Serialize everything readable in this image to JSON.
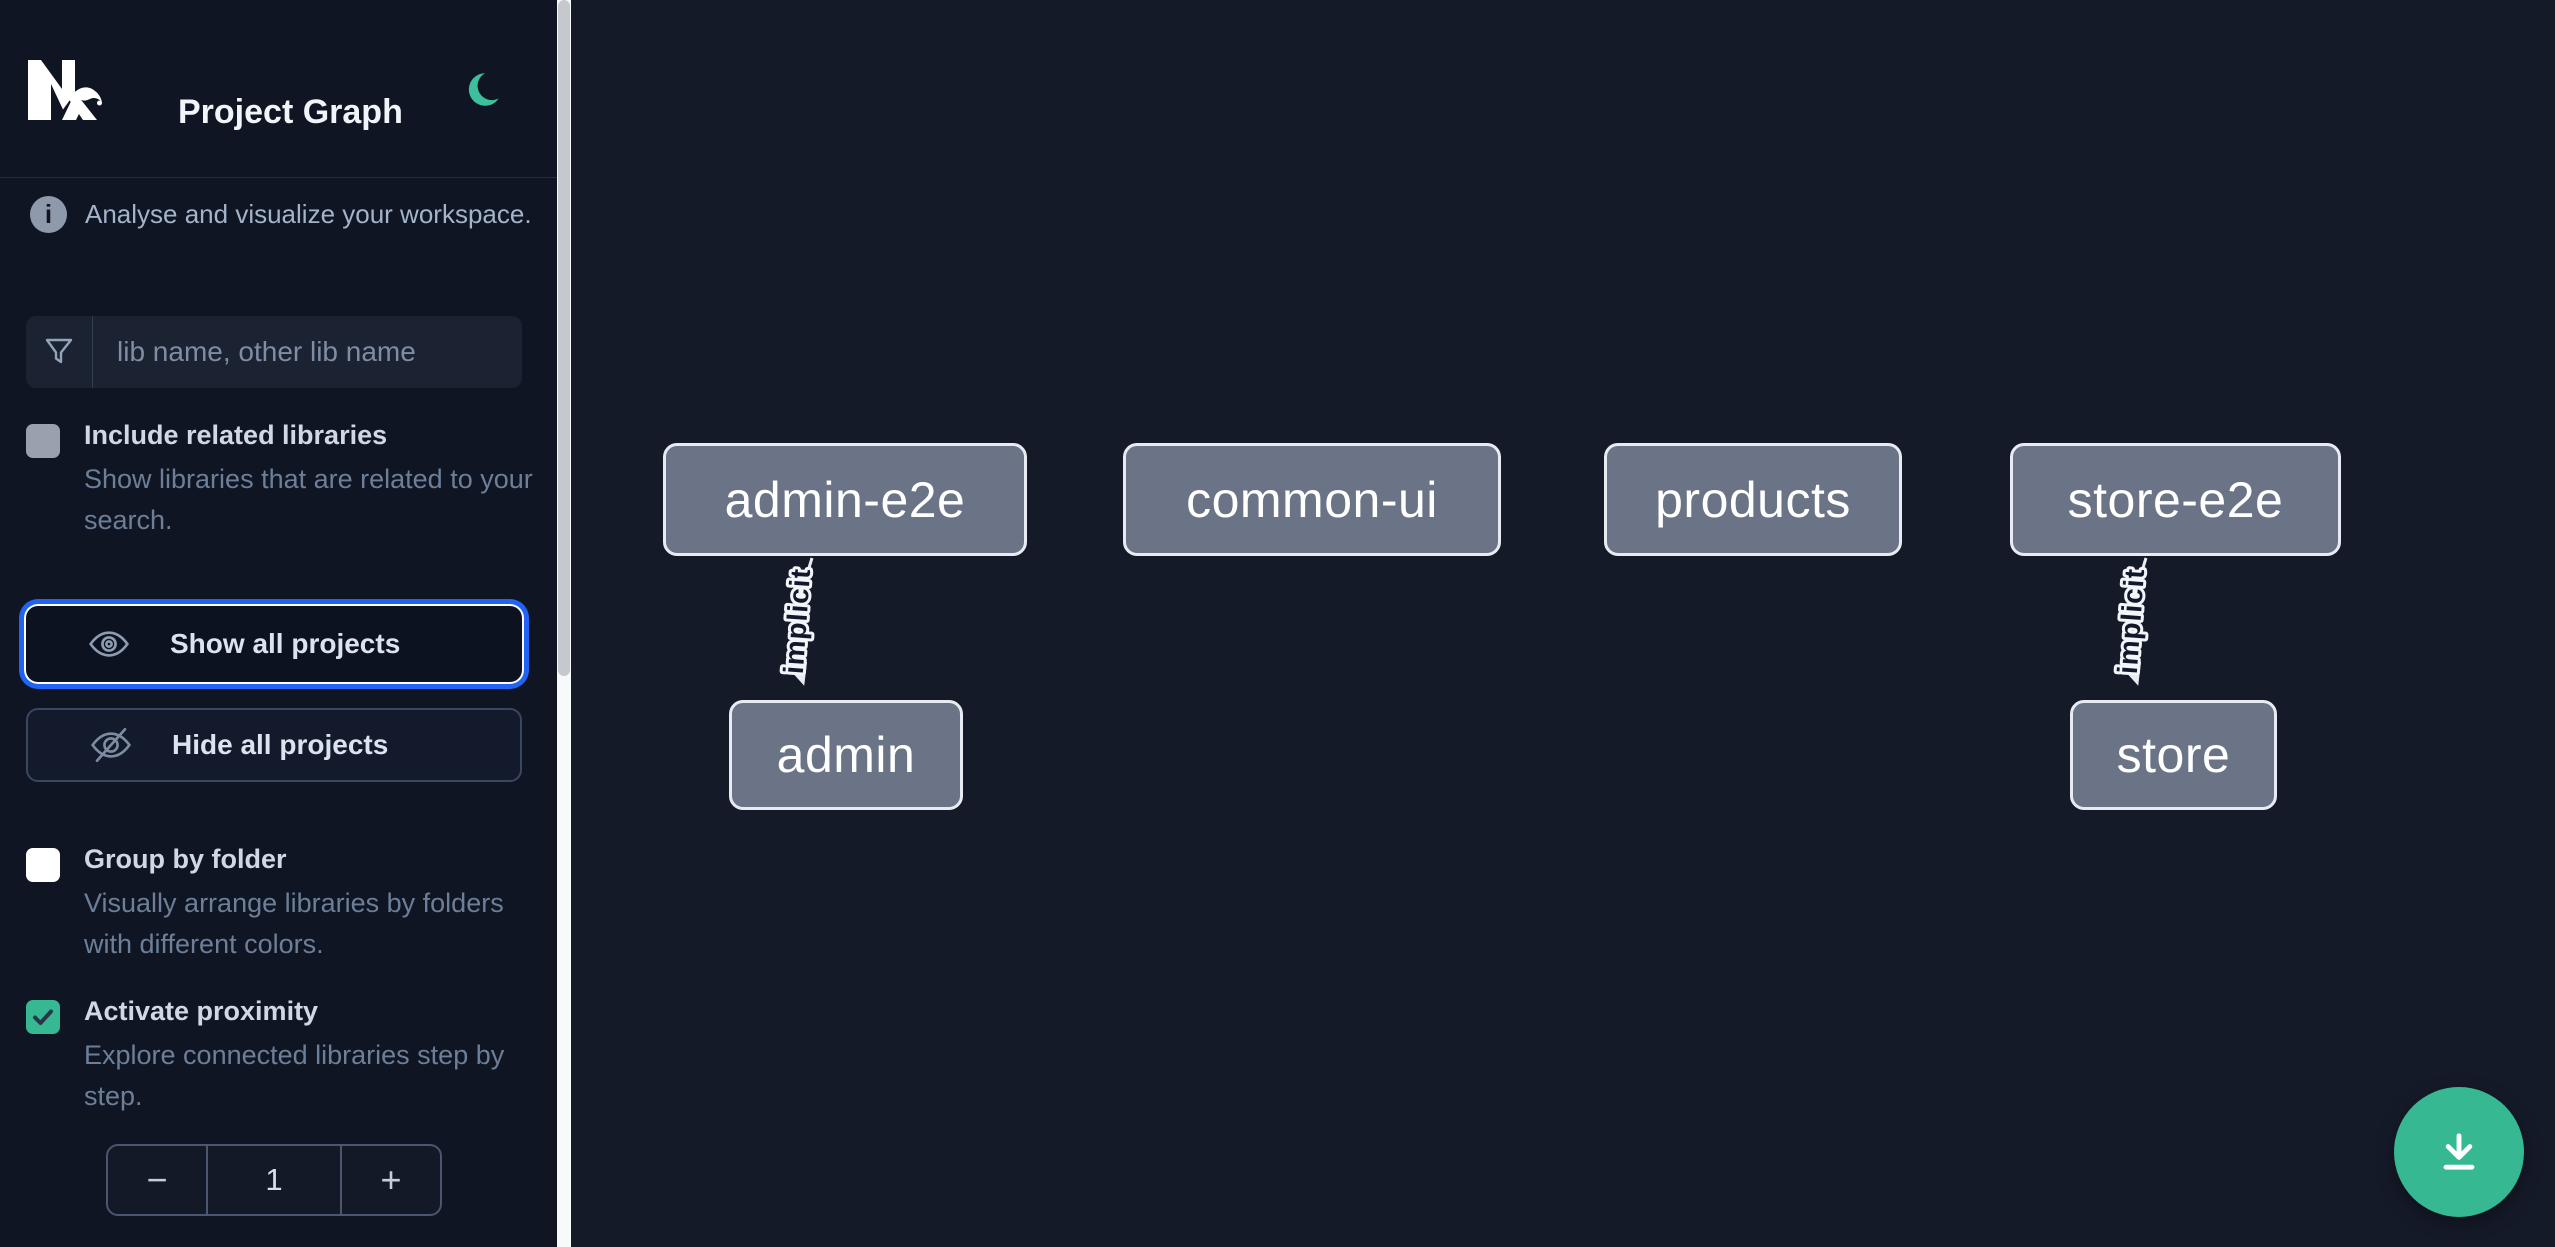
{
  "header": {
    "title": "Project Graph"
  },
  "sidebar": {
    "tagline": "Analyse and visualize your workspace.",
    "filter_placeholder": "lib name, other lib name",
    "include_related": {
      "label": "Include related libraries",
      "description": "Show libraries that are related to your search.",
      "checked": false
    },
    "show_all_label": "Show all projects",
    "hide_all_label": "Hide all projects",
    "group_by_folder": {
      "label": "Group by folder",
      "description": "Visually arrange libraries by folders with different colors.",
      "checked": false
    },
    "activate_proximity": {
      "label": "Activate proximity",
      "description": "Explore connected libraries step by step.",
      "checked": true
    },
    "stepper": {
      "decrement": "−",
      "value": "1",
      "increment": "+"
    }
  },
  "graph": {
    "nodes": [
      {
        "label": "admin-e2e"
      },
      {
        "label": "common-ui"
      },
      {
        "label": "products"
      },
      {
        "label": "store-e2e"
      },
      {
        "label": "admin"
      },
      {
        "label": "store"
      }
    ],
    "edges": [
      {
        "from": "admin-e2e",
        "to": "admin",
        "label": "implicit"
      },
      {
        "from": "store-e2e",
        "to": "store",
        "label": "implicit"
      }
    ]
  },
  "icons": {
    "logo": "nx-logo",
    "theme": "moon-icon",
    "info": "info-icon",
    "filter": "funnel-icon",
    "show": "eye-icon",
    "hide": "eye-slash-icon",
    "fab": "download-icon"
  },
  "colors": {
    "sidebar_bg": "#0f1523",
    "canvas_bg": "#151a29",
    "accent_blue": "#2164f3",
    "nx_teal": "#36b893",
    "node_fill": "#6a7486",
    "node_border": "#e8ecf2"
  }
}
